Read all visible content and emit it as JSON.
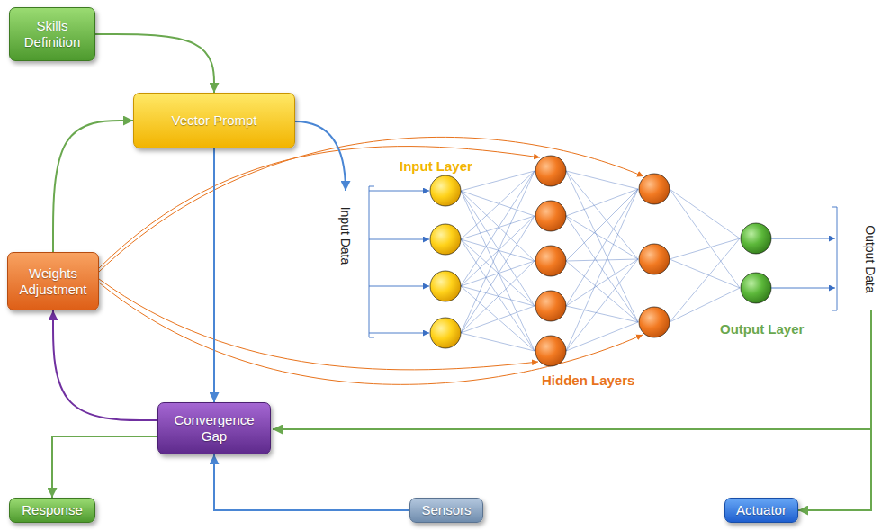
{
  "diagram": {
    "nodes": [
      {
        "text": [
          "Skills Definition"
        ]
      },
      {
        "text": [
          "Vector Prompt"
        ]
      },
      {
        "text": [
          "Weights Adjustment"
        ]
      },
      {
        "text": [
          "Convergence Gap"
        ]
      },
      {
        "text": [
          "Response"
        ]
      },
      {
        "text": [
          "Sensors"
        ]
      },
      {
        "text": [
          "Actuator"
        ]
      }
    ],
    "edges": [
      {
        "from": 0,
        "to": 1,
        "arrow": "to"
      },
      {
        "from": 2,
        "to": 1,
        "arrow": "to"
      },
      {
        "from": 1,
        "to": 3,
        "arrow": "to"
      },
      {
        "from": 3,
        "to": 2,
        "arrow": "to"
      },
      {
        "from": 3,
        "to": 4,
        "arrow": "to"
      },
      {
        "from": 5,
        "to": 3,
        "arrow": "to"
      }
    ],
    "labels": [
      "Input Layer",
      "Input Data",
      "Hidden Layers",
      "Output Layer",
      "Output Data"
    ]
  }
}
